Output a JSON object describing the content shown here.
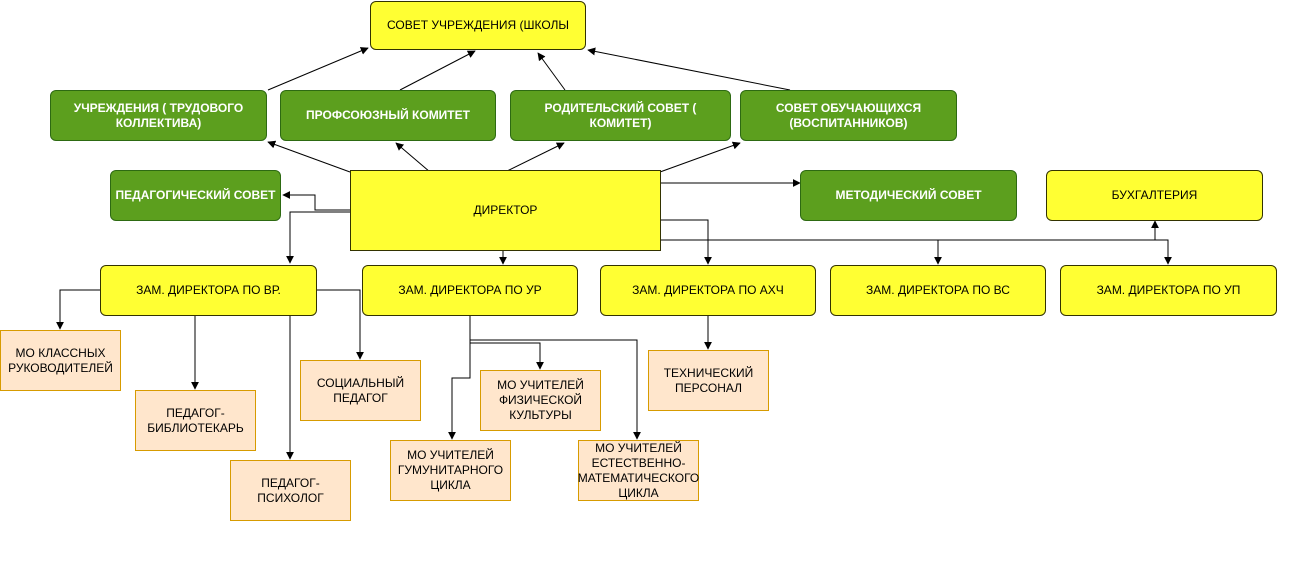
{
  "nodes": {
    "council": "СОВЕТ УЧРЕЖДЕНИЯ (ШКОЛЫ",
    "labor_collective": "УЧРЕЖДЕНИЯ ( ТРУДОВОГО КОЛЛЕКТИВА)",
    "trade_union": "ПРОФСОЮЗНЫЙ КОМИТЕТ",
    "parent_council": "РОДИТЕЛЬСКИЙ СОВЕТ ( КОМИТЕТ)",
    "student_council": "СОВЕТ ОБУЧАЮЩИХСЯ (ВОСПИТАННИКОВ)",
    "pedagogical_council": "ПЕДАГОГИЧЕСКИЙ СОВЕТ",
    "director": "ДИРЕКТОР",
    "methodical_council": "МЕТОДИЧЕСКИЙ СОВЕТ",
    "accounting": "БУХГАЛТЕРИЯ",
    "deputy_vr": "ЗАМ. ДИРЕКТОРА ПО ВР.",
    "deputy_ur": "ЗАМ. ДИРЕКТОРА ПО УР",
    "deputy_ahch": "ЗАМ. ДИРЕКТОРА ПО АХЧ",
    "deputy_vs": "ЗАМ. ДИРЕКТОРА ПО ВС",
    "deputy_up": "ЗАМ. ДИРЕКТОРА ПО УП",
    "mo_class_teachers": "МО КЛАССНЫХ РУКОВОДИТЕЛЕЙ",
    "librarian": "ПЕДАГОГ-БИБЛИОТЕКАРЬ",
    "psychologist": "ПЕДАГОГ-ПСИХОЛОГ",
    "social_pedagogue": "СОЦИАЛЬНЫЙ ПЕДАГОГ",
    "mo_humanitarian": "МО УЧИТЕЛЕЙ ГУМУНИТАРНОГО ЦИКЛА",
    "mo_physical": "МО УЧИТЕЛЕЙ ФИЗИЧЕСКОЙ КУЛЬТУРЫ",
    "mo_science_math": "МО УЧИТЕЛЕЙ ЕСТЕСТВЕННО-МАТЕМАТИЧЕСКОГО ЦИКЛА",
    "tech_staff": "ТЕХНИЧЕСКИЙ ПЕРСОНАЛ"
  },
  "colors": {
    "yellow": "#ffff33",
    "green": "#5c9f1e",
    "peach": "#ffe6cc",
    "peach_border": "#d79b00",
    "edge": "#000000"
  }
}
